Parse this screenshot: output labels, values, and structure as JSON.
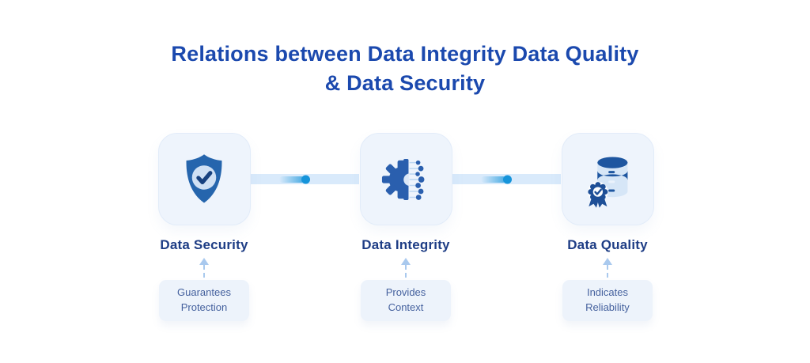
{
  "title": {
    "line1": "Relations between Data Integrity Data Quality",
    "line2": "& Data Security"
  },
  "colors": {
    "title_text": "#1b49ae",
    "label_text": "#1e3d85",
    "caption_text": "#45619e",
    "card_fill": "#eef4fc",
    "caption_fill": "#edf3fb",
    "connector_bar": "#d9eafb",
    "connector_dot": "#1694da",
    "arrow": "#a9c9ee",
    "icon_primary": "#2565ad",
    "icon_dark": "#17417f",
    "icon_light": "#cfe0f4"
  },
  "nodes": [
    {
      "icon": "shield-check-icon",
      "label": "Data Security",
      "caption_line1": "Guarantees",
      "caption_line2": "Protection"
    },
    {
      "icon": "gear-data-icon",
      "label": "Data Integrity",
      "caption_line1": "Provides",
      "caption_line2": "Context"
    },
    {
      "icon": "database-award-icon",
      "label": "Data Quality",
      "caption_line1": "Indicates",
      "caption_line2": "Reliability"
    }
  ]
}
